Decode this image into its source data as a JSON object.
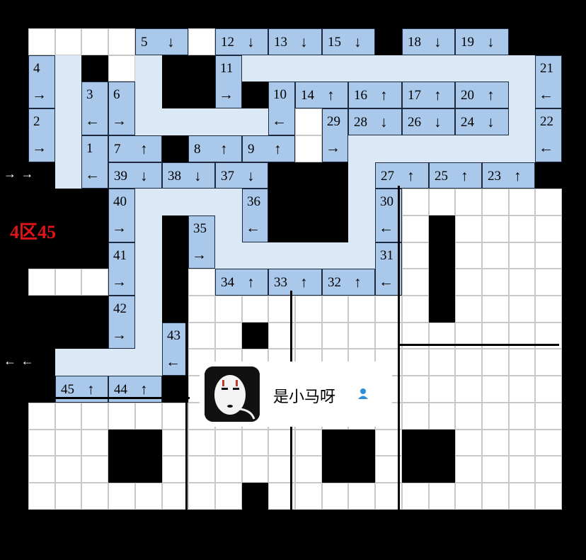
{
  "zone_label": "4区45",
  "exit_left_top": "→ →",
  "exit_left_bottom": "← ←",
  "watermark": {
    "name": "是小马呀",
    "avatar_icon": "mask-face-icon",
    "badge_icon": "user-icon"
  },
  "colors": {
    "path": "#dbe9f6",
    "numbered": "#a9c8ea",
    "wall": "#000000",
    "zone_text": "#e0151b"
  },
  "steps": [
    {
      "n": "1",
      "dir": "←"
    },
    {
      "n": "2",
      "dir": "→"
    },
    {
      "n": "3",
      "dir": "←"
    },
    {
      "n": "4",
      "dir": "→"
    },
    {
      "n": "5",
      "dir": "↓"
    },
    {
      "n": "6",
      "dir": "→"
    },
    {
      "n": "7",
      "dir": "↑"
    },
    {
      "n": "8",
      "dir": "↑"
    },
    {
      "n": "9",
      "dir": "↑"
    },
    {
      "n": "10",
      "dir": "←"
    },
    {
      "n": "11",
      "dir": "→"
    },
    {
      "n": "12",
      "dir": "↓"
    },
    {
      "n": "13",
      "dir": "↓"
    },
    {
      "n": "14",
      "dir": "↑"
    },
    {
      "n": "15",
      "dir": "↓"
    },
    {
      "n": "16",
      "dir": "↑"
    },
    {
      "n": "17",
      "dir": "↑"
    },
    {
      "n": "18",
      "dir": "↓"
    },
    {
      "n": "19",
      "dir": "↓"
    },
    {
      "n": "20",
      "dir": "↑"
    },
    {
      "n": "21",
      "dir": "←"
    },
    {
      "n": "22",
      "dir": "←"
    },
    {
      "n": "23",
      "dir": "↑"
    },
    {
      "n": "24",
      "dir": "↓"
    },
    {
      "n": "25",
      "dir": "↑"
    },
    {
      "n": "26",
      "dir": "↓"
    },
    {
      "n": "27",
      "dir": "↑"
    },
    {
      "n": "28",
      "dir": "↓"
    },
    {
      "n": "29",
      "dir": "→"
    },
    {
      "n": "30",
      "dir": "←"
    },
    {
      "n": "31",
      "dir": "←"
    },
    {
      "n": "32",
      "dir": "↑"
    },
    {
      "n": "33",
      "dir": "↑"
    },
    {
      "n": "34",
      "dir": "↑"
    },
    {
      "n": "35",
      "dir": "→"
    },
    {
      "n": "36",
      "dir": "←"
    },
    {
      "n": "37",
      "dir": "↓"
    },
    {
      "n": "38",
      "dir": "↓"
    },
    {
      "n": "39",
      "dir": "↓"
    },
    {
      "n": "40",
      "dir": "→"
    },
    {
      "n": "41",
      "dir": "→"
    },
    {
      "n": "42",
      "dir": "→"
    },
    {
      "n": "43",
      "dir": "←"
    },
    {
      "n": "44",
      "dir": "↑"
    },
    {
      "n": "45",
      "dir": "↑"
    }
  ]
}
